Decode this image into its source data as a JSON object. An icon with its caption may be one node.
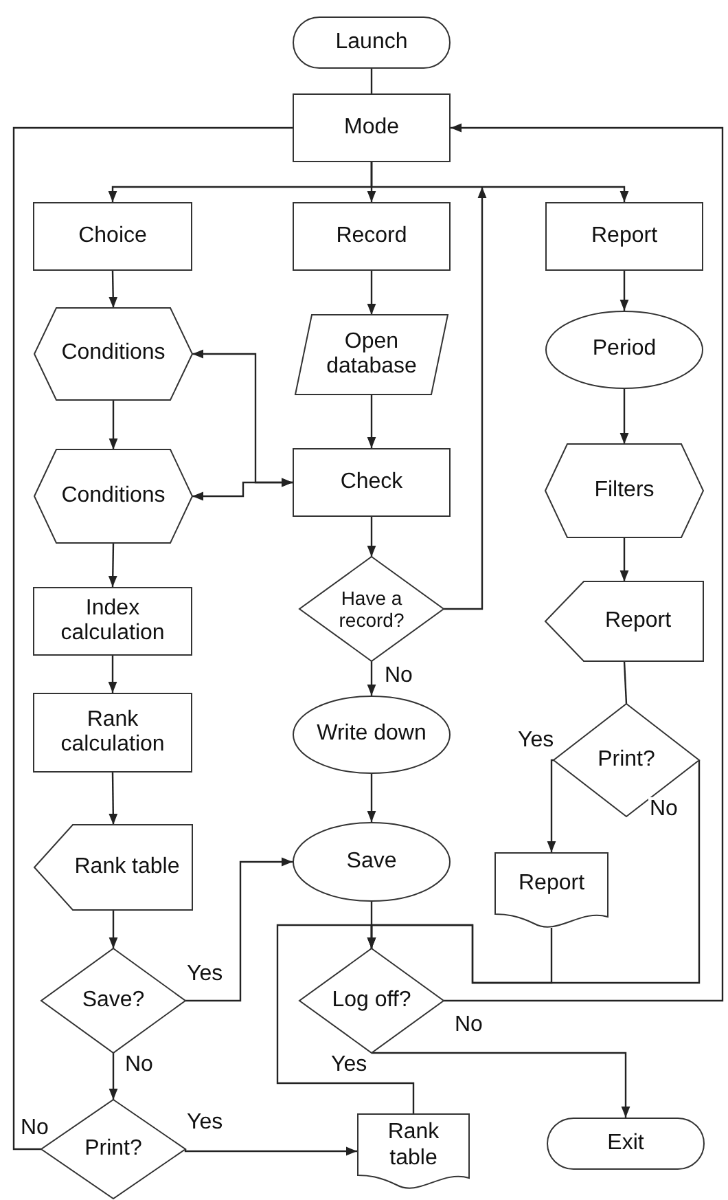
{
  "diagram": {
    "nodes": [
      {
        "text": [
          "Launch"
        ]
      },
      {
        "text": [
          "Mode"
        ]
      },
      {
        "text": [
          "Choice"
        ]
      },
      {
        "text": [
          "Record"
        ]
      },
      {
        "text": [
          "Report"
        ]
      },
      {
        "text": [
          "Conditions"
        ]
      },
      {
        "text": [
          "Open database"
        ]
      },
      {
        "text": [
          "Period"
        ]
      },
      {
        "text": [
          "Conditions"
        ]
      },
      {
        "text": [
          "Check"
        ]
      },
      {
        "text": [
          "Filters"
        ]
      },
      {
        "text": [
          "Have a record?"
        ]
      },
      {
        "text": [
          "Report"
        ]
      },
      {
        "text": [
          "Index calculation"
        ]
      },
      {
        "text": [
          "Write down"
        ]
      },
      {
        "text": [
          "Print?"
        ]
      },
      {
        "text": [
          "Rank calculation"
        ]
      },
      {
        "text": [
          "Rank table"
        ]
      },
      {
        "text": [
          "Save"
        ]
      },
      {
        "text": [
          "Report"
        ]
      },
      {
        "text": [
          "Save?"
        ]
      },
      {
        "text": [
          "Log off?"
        ]
      },
      {
        "text": [
          "Print?"
        ]
      },
      {
        "text": [
          "Rank table"
        ]
      },
      {
        "text": [
          "Exit"
        ]
      }
    ],
    "edges": [
      {
        "from": 0,
        "to": 1,
        "arrow": "none"
      },
      {
        "from": 1,
        "to": 2,
        "arrow": "to"
      },
      {
        "from": 1,
        "to": 3,
        "arrow": "to"
      },
      {
        "from": 1,
        "to": 4,
        "arrow": "to"
      },
      {
        "from": 2,
        "to": 5,
        "arrow": "to"
      },
      {
        "from": 3,
        "to": 6,
        "arrow": "to"
      },
      {
        "from": 4,
        "to": 7,
        "arrow": "to"
      },
      {
        "from": 5,
        "to": 8,
        "arrow": "to"
      },
      {
        "from": 6,
        "to": 9,
        "arrow": "to"
      },
      {
        "from": 7,
        "to": 10,
        "arrow": "to"
      },
      {
        "from": 9,
        "to": 11,
        "arrow": "to"
      },
      {
        "from": 10,
        "to": 12,
        "arrow": "to"
      },
      {
        "from": 8,
        "to": 13,
        "arrow": "to"
      },
      {
        "from": 11,
        "to": 14,
        "arrow": "to",
        "label": "No"
      },
      {
        "from": 13,
        "to": 16,
        "arrow": "to"
      },
      {
        "from": 12,
        "to": 15,
        "arrow": "none"
      },
      {
        "from": 14,
        "to": 18,
        "arrow": "to"
      },
      {
        "from": 16,
        "to": 17,
        "arrow": "to"
      },
      {
        "from": 17,
        "to": 20,
        "arrow": "to"
      },
      {
        "from": 15,
        "to": 19,
        "arrow": "to",
        "label": "Yes"
      },
      {
        "from": 15,
        "to": 21,
        "arrow": "to",
        "label": "No"
      },
      {
        "from": 19,
        "to": 21,
        "arrow": "to"
      },
      {
        "from": 18,
        "to": 21,
        "arrow": "to"
      },
      {
        "from": 20,
        "to": 18,
        "arrow": "to",
        "label": "Yes"
      },
      {
        "from": 20,
        "to": 22,
        "arrow": "to",
        "label": "No"
      },
      {
        "from": 22,
        "to": 23,
        "arrow": "to",
        "label": "Yes"
      },
      {
        "from": 22,
        "to": 1,
        "arrow": "to",
        "label": "No"
      },
      {
        "from": 21,
        "to": 1,
        "arrow": "to",
        "label": "No"
      },
      {
        "from": 21,
        "to": 24,
        "arrow": "to",
        "label": "Yes"
      },
      {
        "from": 23,
        "to": 21,
        "arrow": "to"
      },
      {
        "from": 11,
        "to": null,
        "arrow": "to"
      },
      {
        "from": 5,
        "to": 9,
        "arrow": "both"
      },
      {
        "from": 8,
        "to": 9,
        "arrow": "both"
      }
    ]
  }
}
